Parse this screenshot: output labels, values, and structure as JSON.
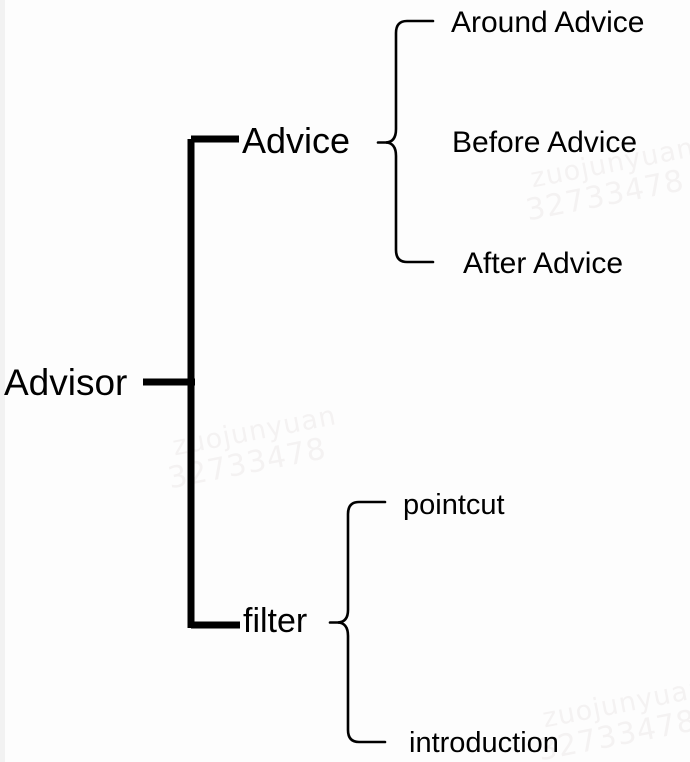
{
  "diagram": {
    "type": "tree-hierarchy",
    "title": "Advisor",
    "root": {
      "label": "Advisor"
    },
    "branches": [
      {
        "label": "Advice",
        "children": [
          {
            "label": "Around Advice"
          },
          {
            "label": "Before Advice"
          },
          {
            "label": "After Advice"
          }
        ]
      },
      {
        "label": "filter",
        "children": [
          {
            "label": "pointcut"
          },
          {
            "label": "introduction"
          }
        ]
      }
    ],
    "colors": {
      "background": "#fdfdfd",
      "line": "#000000",
      "text": "#000000",
      "watermark": "#f4f2f2"
    }
  },
  "watermark": {
    "line1": "zuojunyuan",
    "line2": "32733478"
  }
}
